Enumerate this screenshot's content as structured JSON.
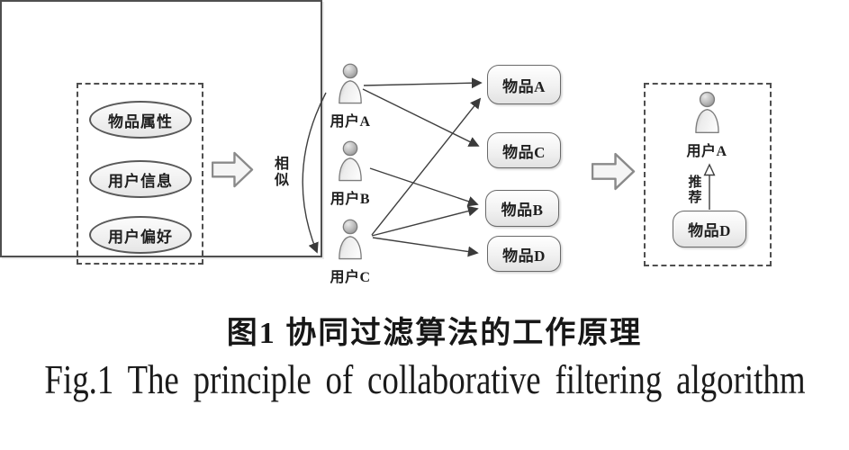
{
  "caption": {
    "zh": "图1 协同过滤算法的工作原理",
    "en": "Fig.1 The principle of collaborative filtering algorithm"
  },
  "input_panel": {
    "ellipses": [
      {
        "label": "物品属性"
      },
      {
        "label": "用户信息"
      },
      {
        "label": "用户偏好"
      }
    ]
  },
  "model_panel": {
    "similarity_label": "相似",
    "users": [
      {
        "label": "用户A"
      },
      {
        "label": "用户B"
      },
      {
        "label": "用户C"
      }
    ],
    "items": [
      {
        "label": "物品A"
      },
      {
        "label": "物品C"
      },
      {
        "label": "物品B"
      },
      {
        "label": "物品D"
      }
    ],
    "edges": [
      {
        "from": "用户A",
        "to": "物品A"
      },
      {
        "from": "用户A",
        "to": "物品C"
      },
      {
        "from": "用户B",
        "to": "物品B"
      },
      {
        "from": "用户C",
        "to": "物品A"
      },
      {
        "from": "用户C",
        "to": "物品B"
      },
      {
        "from": "用户C",
        "to": "物品D"
      }
    ]
  },
  "output_panel": {
    "user": {
      "label": "用户A"
    },
    "recommend_label": "推荐",
    "item": {
      "label": "物品D"
    }
  },
  "colors": {
    "line": "#3f3f3f",
    "border": "#4f4f4f",
    "fill_light": "#fcfcfc",
    "fill_shade": "#e2e2e2",
    "background": "#ffffff",
    "text": "#1f1f1f"
  }
}
